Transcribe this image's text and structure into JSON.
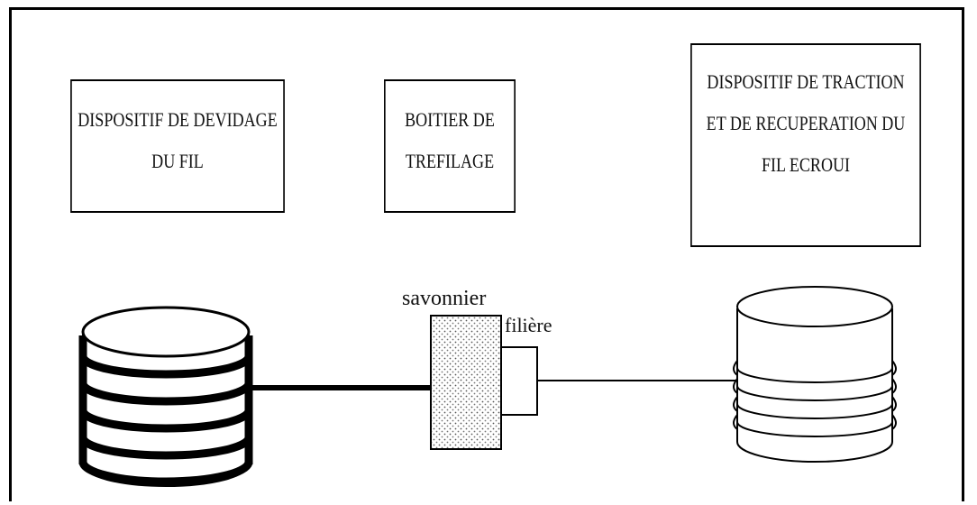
{
  "boxes": {
    "unwinding": {
      "lines": [
        "DISPOSITIF DE DEVIDAGE",
        "DU FIL"
      ]
    },
    "drawing": {
      "lines": [
        "BOITIER DE",
        "TREFILAGE"
      ]
    },
    "traction": {
      "lines": [
        "DISPOSITIF DE  TRACTION",
        "ET DE RECUPERATION  DU",
        "FIL ECROUI"
      ]
    }
  },
  "labels": {
    "soap_box": "savonnier",
    "die": "filière"
  }
}
